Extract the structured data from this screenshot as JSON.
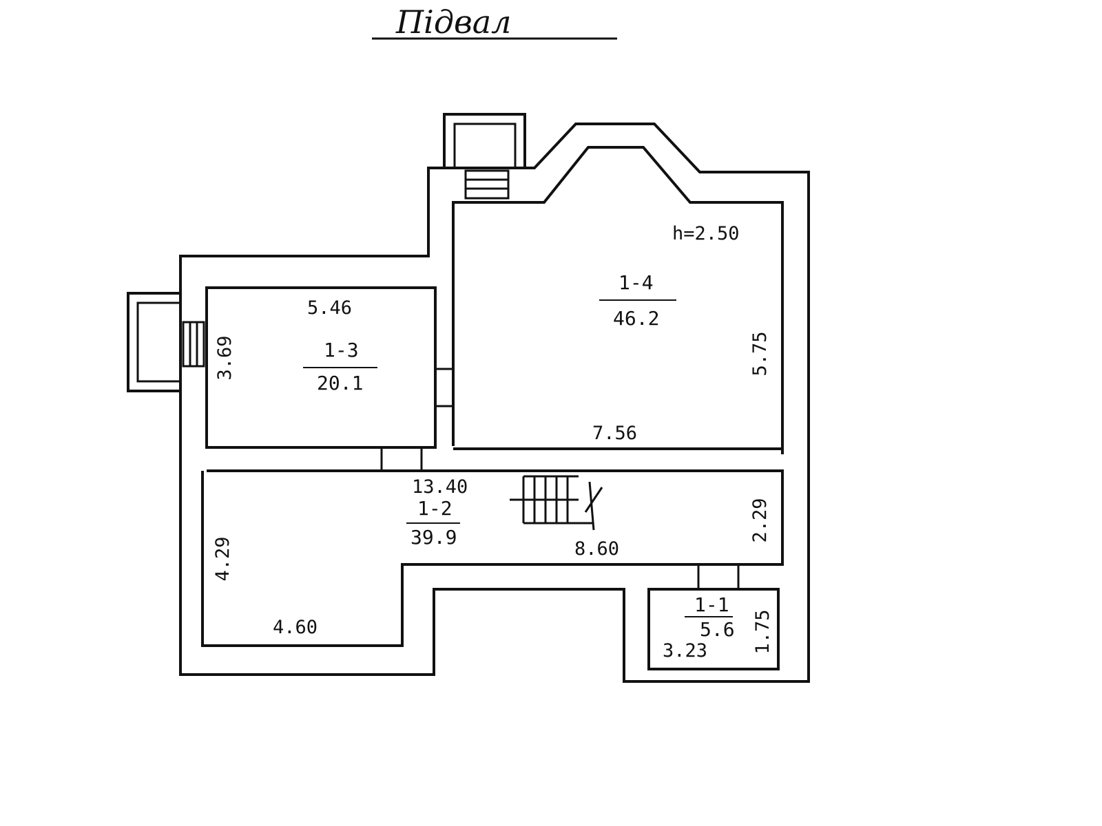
{
  "title": "Підвал",
  "height_note": "h=2.50",
  "rooms": [
    {
      "id": "1-1",
      "area": "5.6"
    },
    {
      "id": "1-2",
      "area": "39.9"
    },
    {
      "id": "1-3",
      "area": "20.1"
    },
    {
      "id": "1-4",
      "area": "46.2"
    }
  ],
  "dimensions": {
    "room_1_3_width": "5.46",
    "room_1_3_depth": "3.69",
    "room_1_4_depth": "5.75",
    "room_1_4_width": "7.56",
    "room_1_2_length": "13.40",
    "room_1_2_right_width": "2.29",
    "room_1_2_left_depth": "4.29",
    "room_1_2_left_width": "4.60",
    "room_1_2_right_length": "8.60",
    "room_1_1_width": "3.23",
    "room_1_1_depth": "1.75"
  }
}
